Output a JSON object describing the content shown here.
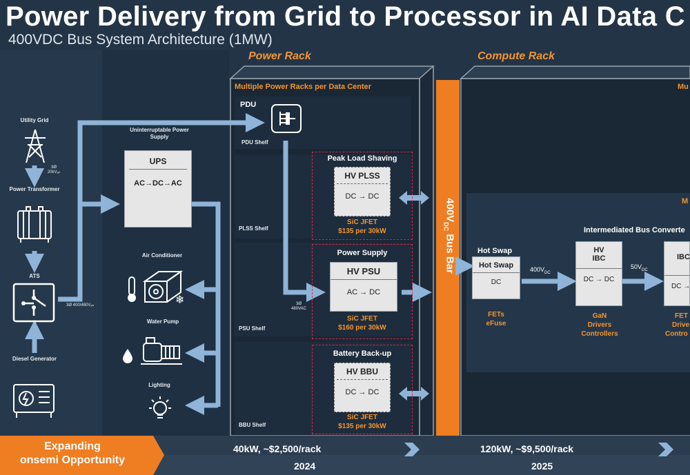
{
  "header": {
    "title": "Power Delivery from Grid to Processor in AI Data C",
    "subtitle": "400VDC Bus System Architecture (1MW)"
  },
  "racks": {
    "power_rack": "Power Rack",
    "compute_rack": "Compute Rack",
    "multiple_power_racks": "Multiple Power Racks per Data Center",
    "compute_cut": "Mu"
  },
  "left_column": {
    "utility_grid": "Utility Grid",
    "three_phase_20kv": "3Ø 20kVₐₙ",
    "power_transformer": "Power Transformer",
    "ats": "ATS",
    "diesel_generator": "Diesel Generator",
    "three_phase_400": "3Ø 400/480Vₐₙ"
  },
  "facility": {
    "ups_caption": "Uninterruptable Power Supply",
    "ups_title": "UPS",
    "ups_body": "AC→DC→AC",
    "air_conditioner": "Air Conditioner",
    "water_pump": "Water Pump",
    "lighting": "Lighting"
  },
  "shelves": {
    "pdu": "PDU",
    "pdu_shelf": "PDU Shelf",
    "plss_shelf": "PLSS Shelf",
    "psu_shelf": "PSU Shelf",
    "bbu_shelf": "BBU Shelf",
    "three_phase_480": "3Ø 480VAC"
  },
  "modules": {
    "plss": {
      "title": "Peak Load Shaving",
      "name": "HV PLSS",
      "body": "DC → DC",
      "tech": "SiC JFET",
      "price": "$135 per 30kW"
    },
    "psu": {
      "title": "Power Supply",
      "name": "HV PSU",
      "body": "AC → DC",
      "tech": "SiC JFET",
      "price": "$160 per 30kW"
    },
    "bbu": {
      "title": "Battery Back-up",
      "name": "HV BBU",
      "body": "DC → DC",
      "tech": "SiC JFET",
      "price": "$135 per 30kW"
    }
  },
  "bus_bar": {
    "label": "400V",
    "sub": "DC",
    "suffix": " Bus Bar"
  },
  "compute": {
    "ibc_title": "Intermediated Bus Converte",
    "ibc_m": "M",
    "hot_swap_title": "Hot Swap",
    "hot_swap_name": "Hot Swap",
    "hot_swap_body": "DC",
    "hot_swap_fets": "FETs",
    "hot_swap_efuse": "eFuse",
    "v400": "400V",
    "v400_sub": "DC",
    "hv_ibc_line1": "HV",
    "hv_ibc_line2": "IBC",
    "hv_ibc_body": "DC → DC",
    "gan": "GaN",
    "drivers": "Drivers",
    "controllers": "Controllers",
    "v50": "50V",
    "v50_sub": "DC",
    "ibc_cut_name": "IBC",
    "ibc_cut_body": "DC →",
    "fets_cut": "FET",
    "drivers_cut": "Drive",
    "controllers_cut": "Contro"
  },
  "bottom": {
    "expanding_line1": "Expanding",
    "expanding_line2": "onsemi Opportunity",
    "item_2024_value": "40kW, ~$2,500/rack",
    "item_2024_year": "2024",
    "item_2025_value": "120kW, ~$9,500/rack",
    "item_2025_year": "2025"
  },
  "colors": {
    "background": "#233446",
    "orange": "#ef7d22",
    "arrow_blue": "#8fb4d8",
    "dashed_red": "#d9274b"
  }
}
